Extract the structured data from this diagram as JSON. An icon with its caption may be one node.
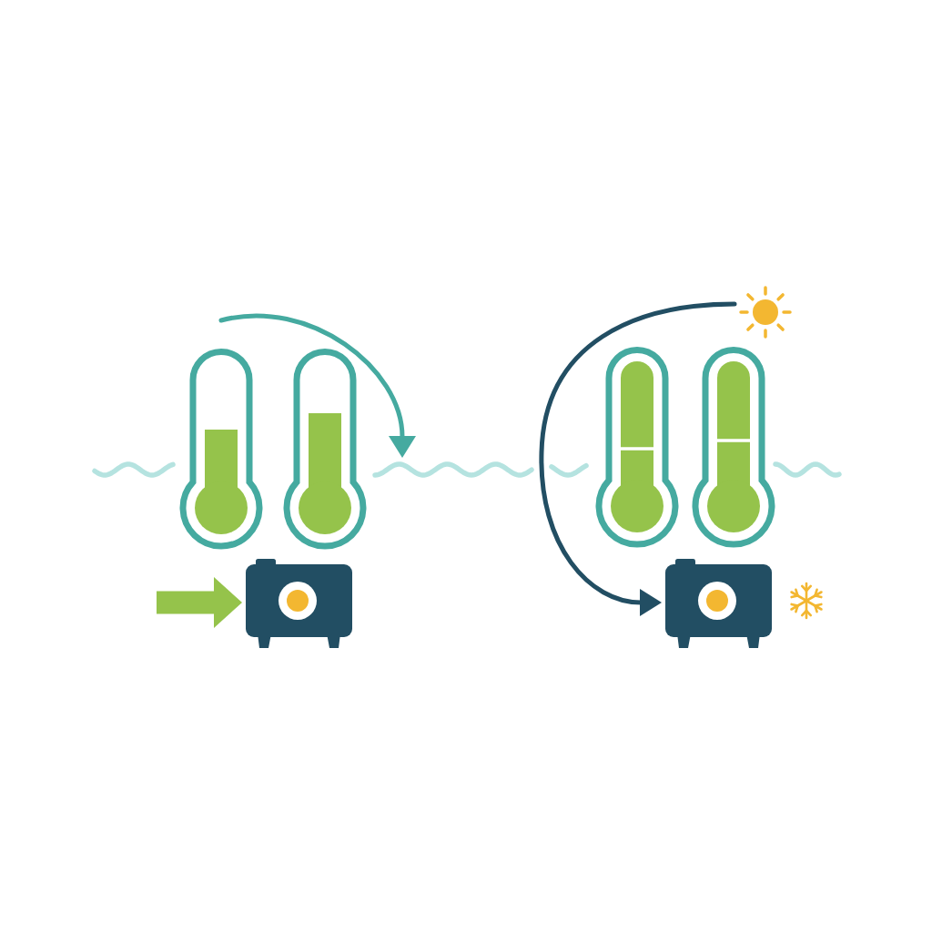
{
  "diagram": {
    "nodes": [
      {
        "text": [],
        "shape": "thermometer"
      },
      {
        "text": [],
        "shape": "thermometer"
      },
      {
        "text": [],
        "shape": "sun"
      },
      {
        "text": [],
        "shape": "thermometer"
      },
      {
        "text": [],
        "shape": "thermometer"
      },
      {
        "text": [],
        "shape": "wave"
      },
      {
        "text": [],
        "shape": "picture"
      },
      {
        "text": [],
        "shape": "picture"
      }
    ],
    "edges": [
      {
        "from": null,
        "to": 6,
        "arrow": "to",
        "style": "thick",
        "color": "#95c34b"
      },
      {
        "from": null,
        "to": 5,
        "arrow": "to",
        "color": "#45aaa0"
      },
      {
        "from": 2,
        "to": 7,
        "arrow": "to",
        "color": "#224e63"
      }
    ]
  }
}
